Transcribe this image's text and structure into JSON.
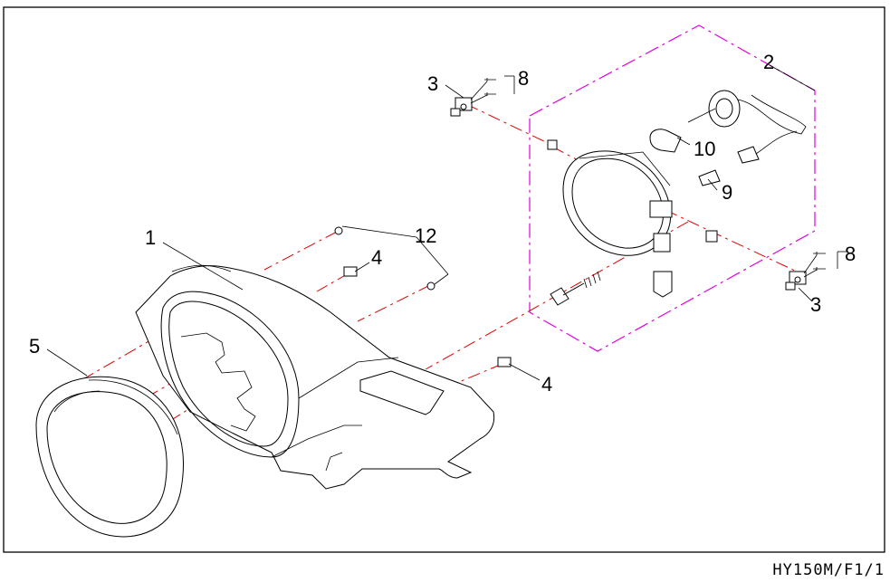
{
  "diagram": {
    "callouts": [
      {
        "id": "1",
        "text": "1"
      },
      {
        "id": "2",
        "text": "2"
      },
      {
        "id": "3a",
        "text": "3"
      },
      {
        "id": "3b",
        "text": "3"
      },
      {
        "id": "4a",
        "text": "4"
      },
      {
        "id": "4b",
        "text": "4"
      },
      {
        "id": "5",
        "text": "5"
      },
      {
        "id": "8a",
        "text": "8"
      },
      {
        "id": "8b",
        "text": "8"
      },
      {
        "id": "9",
        "text": "9"
      },
      {
        "id": "10",
        "text": "10"
      },
      {
        "id": "12",
        "text": "12"
      }
    ]
  },
  "footer": {
    "code": "HY150M/F1/1"
  },
  "colors": {
    "assembly_line": "#e00000",
    "group_outline": "#e000e0",
    "ink": "#000000"
  }
}
